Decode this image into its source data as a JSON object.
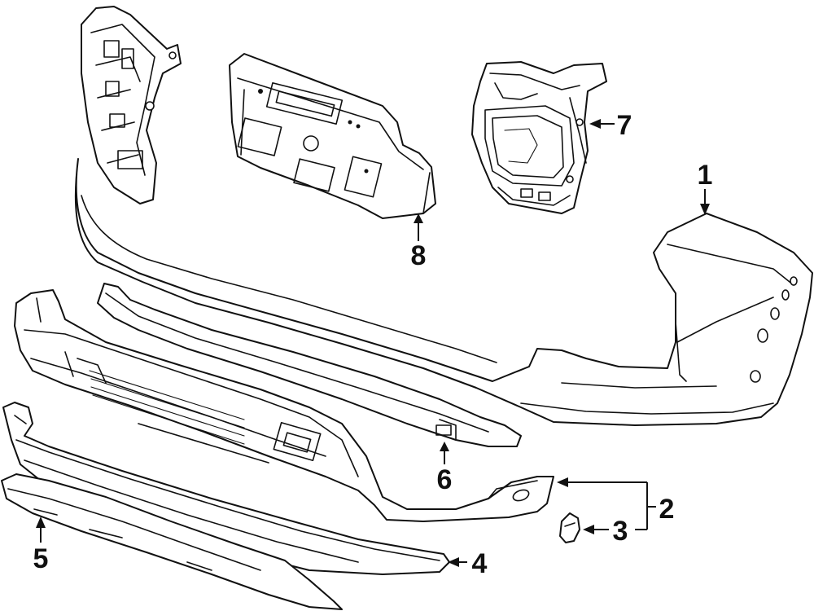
{
  "diagram": {
    "line_color": "#111111",
    "background": "#ffffff",
    "callouts": [
      {
        "label": "1"
      },
      {
        "label": "2"
      },
      {
        "label": "3"
      },
      {
        "label": "4"
      },
      {
        "label": "5"
      },
      {
        "label": "6"
      },
      {
        "label": "7"
      },
      {
        "label": "8"
      }
    ]
  }
}
